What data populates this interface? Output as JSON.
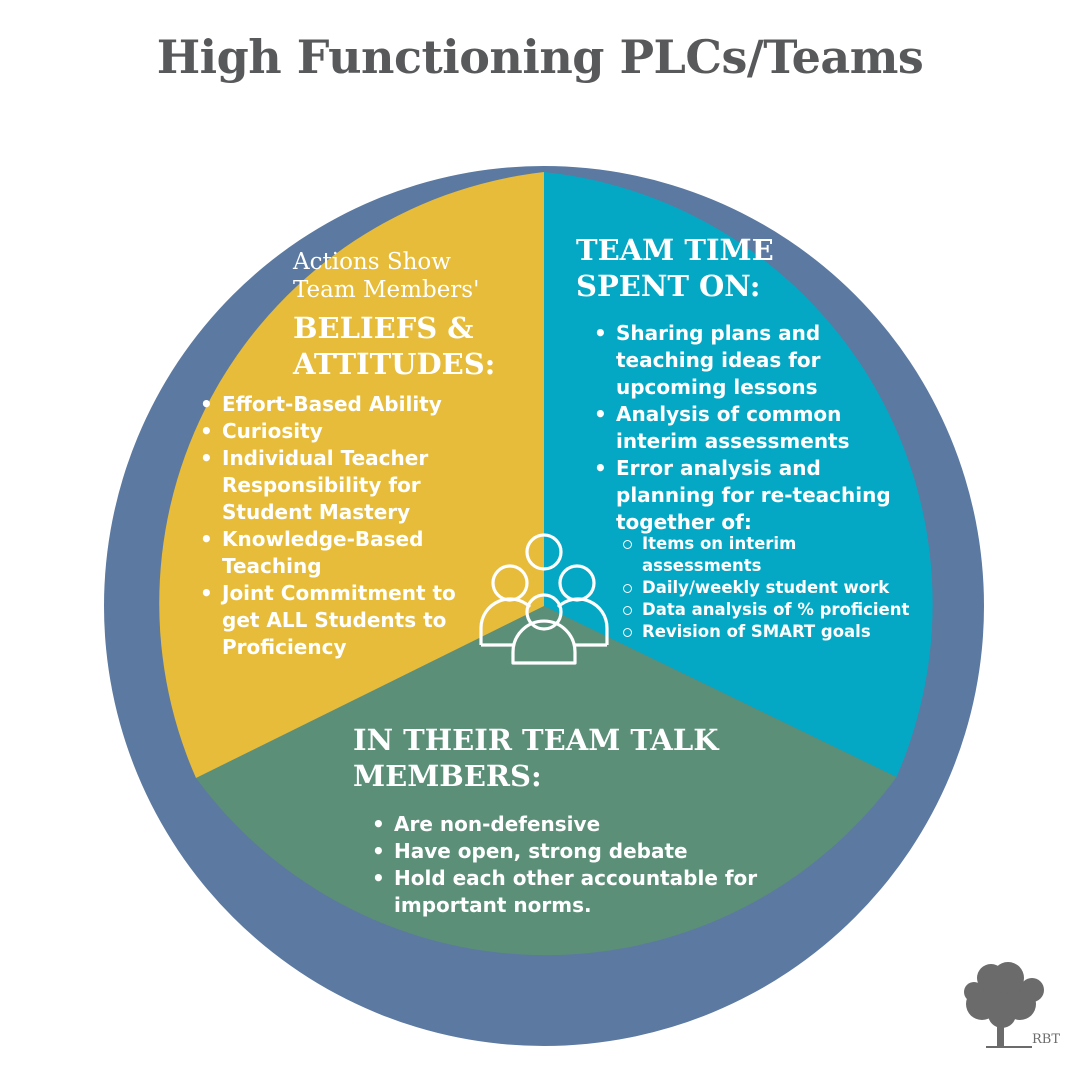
{
  "title": "High Functioning PLCs/Teams",
  "colors": {
    "ring": "#5b79a1",
    "yellow": "#e6bc3a",
    "teal": "#05a8c4",
    "green": "#5b8f78",
    "title": "#58595b",
    "logo": "#6b6b6b"
  },
  "icons": {
    "center": "people-group-icon",
    "logo": "tree-icon"
  },
  "beliefs": {
    "pre": [
      "Actions Show",
      "Team Members'"
    ],
    "heading": [
      "BELIEFS &",
      "ATTITUDES:"
    ],
    "items": [
      "Effort-Based Ability",
      "Curiosity",
      "Individual Teacher Responsibility for Student Mastery",
      "Knowledge-Based Teaching",
      "Joint Commitment to get ALL Students to Proficiency"
    ]
  },
  "time": {
    "heading": [
      "TEAM TIME",
      "SPENT ON:"
    ],
    "items": [
      "Sharing plans and teaching ideas for upcoming lessons",
      "Analysis of common interim assessments",
      "Error analysis and planning for re-teaching together of:"
    ],
    "subitems": [
      "Items on interim assessments",
      "Daily/weekly student work",
      "Data analysis of % proficient",
      "Revision of SMART goals"
    ]
  },
  "talk": {
    "heading": [
      "IN THEIR TEAM TALK",
      "MEMBERS:"
    ],
    "items": [
      "Are non-defensive",
      "Have open, strong debate",
      "Hold each other accountable for important norms."
    ]
  },
  "logo": {
    "text": "RBT"
  }
}
